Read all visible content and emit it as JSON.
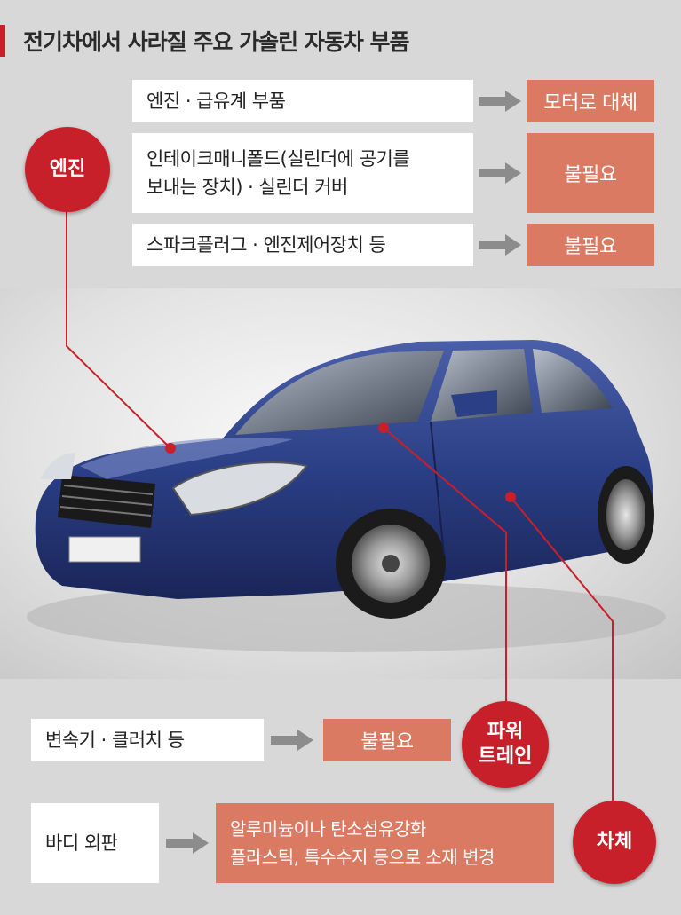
{
  "title": "전기차에서 사라질 주요 가솔린 자동차 부품",
  "colors": {
    "accent_red": "#c8202a",
    "result_fill": "#db7a62",
    "arrow_gray": "#8c8c8c",
    "car_blue": "#2b3f86"
  },
  "engine": {
    "label": "엔진",
    "rows": [
      {
        "part": "엔진 · 급유계 부품",
        "result": "모터로 대체"
      },
      {
        "part_line1": "인테이크매니폴드(실린더에 공기를",
        "part_line2": "보내는 장치) · 실린더 커버",
        "result": "불필요"
      },
      {
        "part": "스파크플러그 · 엔진제어장치 등",
        "result": "불필요"
      }
    ]
  },
  "powertrain": {
    "label_line1": "파워",
    "label_line2": "트레인",
    "part": "변속기 · 클러치 등",
    "result": "불필요"
  },
  "body": {
    "label": "차체",
    "part": "바디 외판",
    "result_line1": "알루미늄이나 탄소섬유강화",
    "result_line2": "플라스틱, 특수수지 등으로 소재 변경"
  }
}
